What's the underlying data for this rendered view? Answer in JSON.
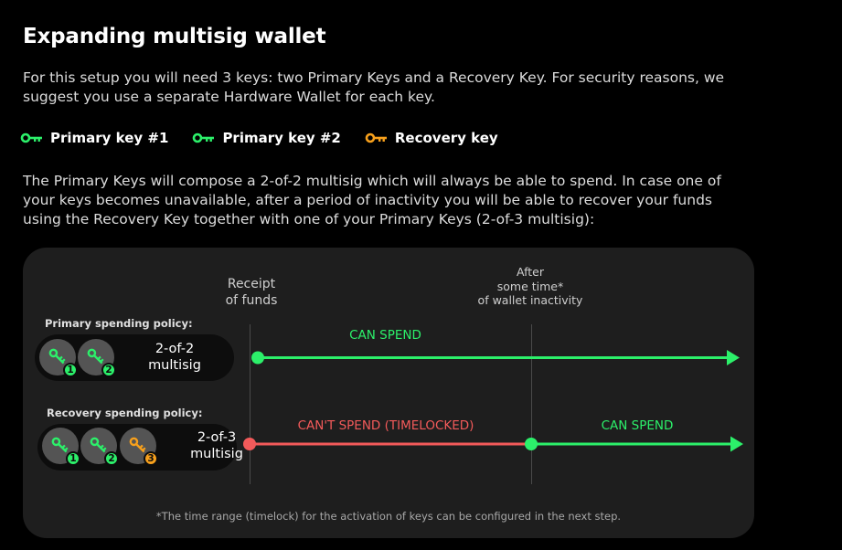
{
  "title": "Expanding multisig wallet",
  "intro": "For this setup you will need 3 keys: two Primary Keys and a Recovery Key. For security reasons, we suggest you use a separate Hardware Wallet for each key.",
  "legend": [
    {
      "label": "Primary key #1",
      "icon": "key-icon",
      "color": "#2cf06a"
    },
    {
      "label": "Primary key #2",
      "icon": "key-icon",
      "color": "#2cf06a"
    },
    {
      "label": "Recovery key",
      "icon": "key-icon",
      "color": "#f7a01c"
    }
  ],
  "description": "The Primary Keys will compose a 2-of-2 multisig which will always be able to spend. In case one of your keys becomes unavailable, after a period of inactivity you will be able to recover your funds using the Recovery Key together with one of your Primary Keys (2-of-3 multisig):",
  "diagram": {
    "receipt_label": "Receipt of funds",
    "after_label_line1": "After",
    "after_label_line2": "some time*",
    "after_label_line3": "of wallet inactivity",
    "primary_policy": {
      "label": "Primary spending policy:",
      "multisig_line1": "2-of-2",
      "multisig_line2": "multisig",
      "keys": [
        "1",
        "2"
      ],
      "segment_label": "CAN SPEND"
    },
    "recovery_policy": {
      "label": "Recovery spending policy:",
      "multisig_line1": "2-of-3",
      "multisig_line2": "multisig",
      "keys": [
        "1",
        "2",
        "3"
      ],
      "locked_label": "CAN'T SPEND (TIMELOCKED)",
      "segment_label": "CAN SPEND"
    },
    "footnote": "*The time range (timelock) for the activation of keys can be configured in the next step."
  },
  "colors": {
    "primary": "#2cf06a",
    "recovery": "#f7a01c",
    "locked": "#f35a5a",
    "panel": "#1e1e1e"
  }
}
